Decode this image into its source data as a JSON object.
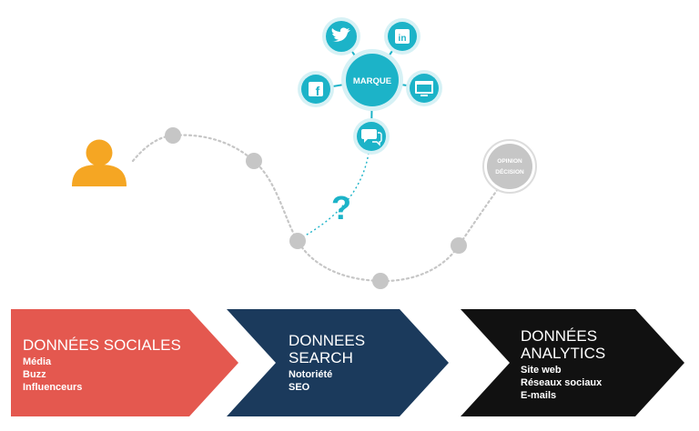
{
  "colors": {
    "accent_blue": "#1cb3c8",
    "dot_gray": "#c6c6c6",
    "user_orange": "#f5a623",
    "social_red": "#e4584f",
    "search_navy": "#1b3a5c",
    "analytics_black": "#111111"
  },
  "hub": {
    "label": "MARQUE",
    "satellites": [
      {
        "icon": "twitter-icon"
      },
      {
        "icon": "linkedin-icon"
      },
      {
        "icon": "facebook-icon"
      },
      {
        "icon": "website-icon"
      },
      {
        "icon": "chat-icon"
      }
    ]
  },
  "question_mark": "?",
  "decision": {
    "line1": "OPINION",
    "line2": "DÉCISION"
  },
  "user_icon": "user-icon",
  "steps": [
    {
      "title": "DONNÉES SOCIALES",
      "items": [
        "Média",
        "Buzz",
        "Influenceurs"
      ]
    },
    {
      "title": "DONNEES SEARCH",
      "items": [
        "Notoriété",
        "SEO"
      ]
    },
    {
      "title": "DONNÉES ANALYTICS",
      "items": [
        "Site web",
        "Réseaux sociaux",
        "E-mails"
      ]
    }
  ]
}
